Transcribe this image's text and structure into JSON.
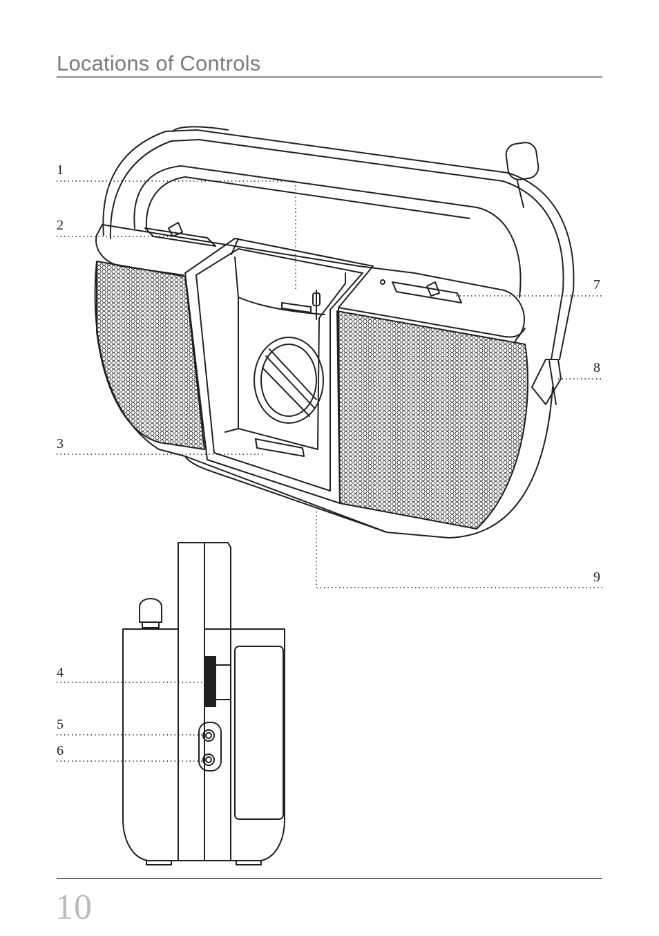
{
  "header": {
    "title": "Locations of Controls"
  },
  "callouts": [
    "1",
    "2",
    "3",
    "4",
    "5",
    "6",
    "7",
    "8",
    "9"
  ],
  "footer": {
    "page_number": "10"
  },
  "colors": {
    "title": "#7d7b7c",
    "title_rule": "#a7a5a6",
    "line_art": "#231f20",
    "page_number": "#bcbabb"
  },
  "figures": [
    "radio-front-view",
    "radio-side-view"
  ]
}
